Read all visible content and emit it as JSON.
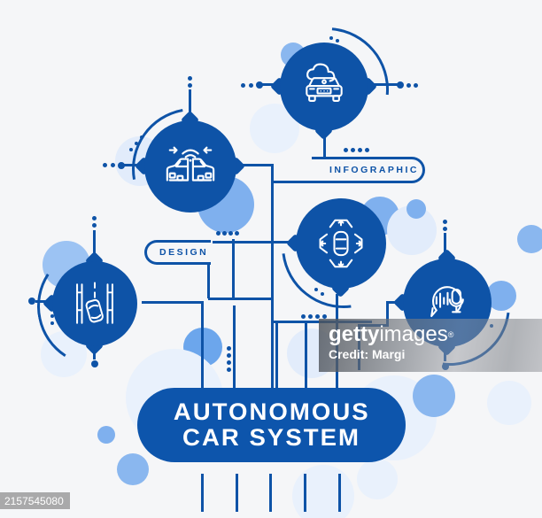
{
  "title": {
    "line1": "AUTONOMOUS",
    "line2": "CAR SYSTEM"
  },
  "tags": {
    "design": "DESIGN",
    "infographic": "INFOGRAPHIC"
  },
  "nodes": [
    {
      "id": "v2v",
      "icon": "vehicle-communication-icon"
    },
    {
      "id": "cloud_car",
      "icon": "connected-car-cloud-icon"
    },
    {
      "id": "sensor",
      "icon": "surround-sensor-icon"
    },
    {
      "id": "lane",
      "icon": "lane-assist-icon"
    },
    {
      "id": "voice",
      "icon": "voice-control-icon"
    }
  ],
  "watermark": {
    "brand_bold": "getty",
    "brand_light": "images",
    "registered": "®",
    "credit": "Credit: Margi",
    "image_id": "2157545080"
  },
  "colors": {
    "primary_blue": "#0e53a7",
    "title_blue": "#0d55ac",
    "accent_light_blue": "#7fb0ee",
    "pale_blue": "#e2ecfb",
    "background": "#f5f6f8",
    "icon_stroke": "#ffffff"
  }
}
